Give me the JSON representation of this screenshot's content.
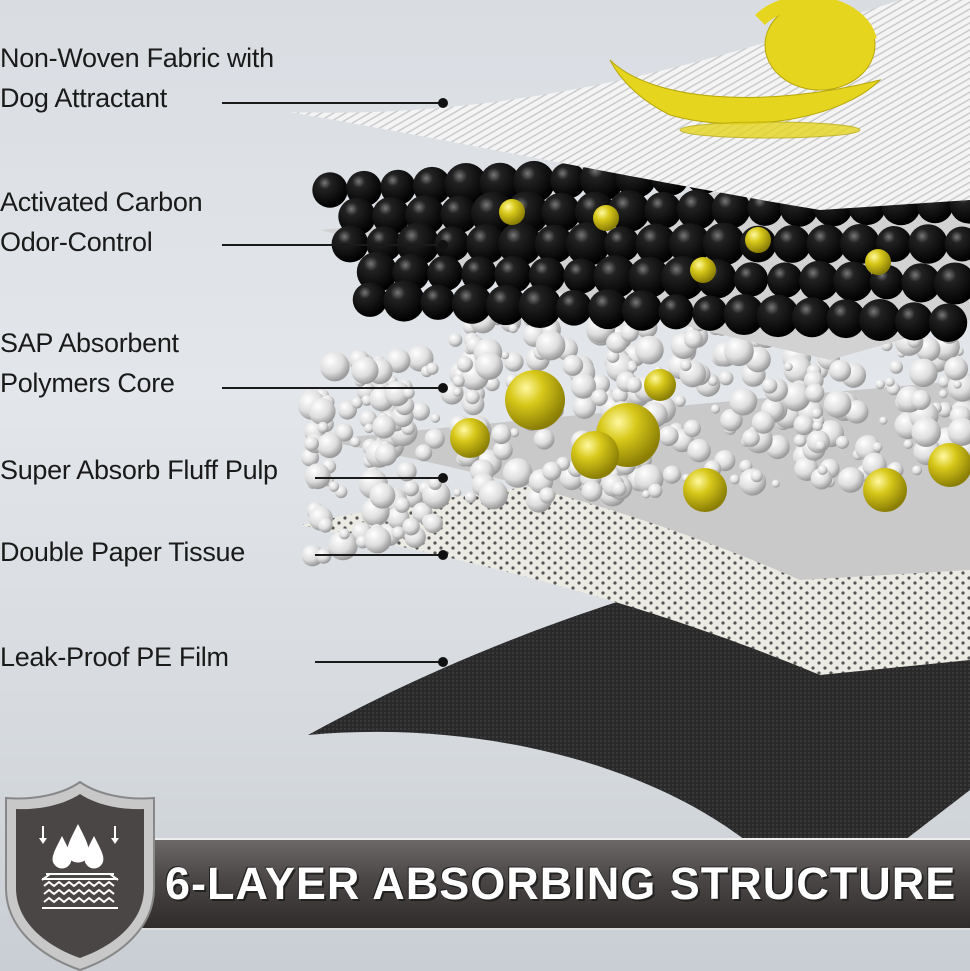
{
  "layers": [
    {
      "label_lines": [
        "Non-Woven Fabric with",
        "Dog Attractant"
      ]
    },
    {
      "label_lines": [
        "Activated Carbon",
        "Odor-Control"
      ]
    },
    {
      "label_lines": [
        "SAP Absorbent",
        "Polymers Core"
      ]
    },
    {
      "label_lines": [
        "Super Absorb Fluff Pulp"
      ]
    },
    {
      "label_lines": [
        "Double Paper Tissue"
      ]
    },
    {
      "label_lines": [
        "Leak-Proof PE Film"
      ]
    }
  ],
  "banner": {
    "title": "6-LAYER ABSORBING STRUCTURE",
    "icon": "waterproof-shield-icon"
  },
  "colors": {
    "accent_yellow": "#d8c81a",
    "banner_dark": "#3d3938",
    "carbon": "#0d0d0d"
  }
}
